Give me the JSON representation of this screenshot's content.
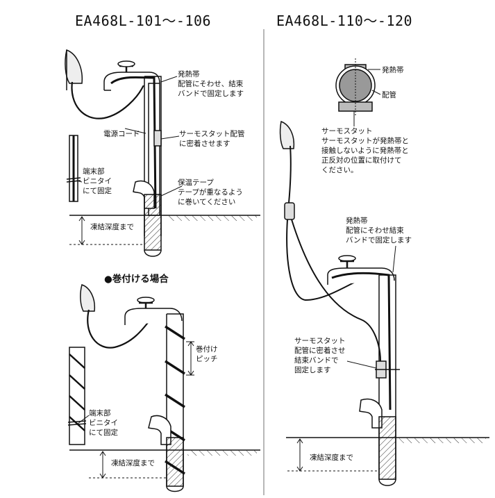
{
  "titles": {
    "left": "EA468L-101～-106",
    "right": "EA468L-110～-120"
  },
  "left_top": {
    "heater_label": "発熱帯",
    "heater_note": [
      "配管にそわせ、結束",
      "バンドで固定します"
    ],
    "power_cord": "電源コード",
    "thermostat_note": [
      "サーモスタット配管",
      "に密着させます"
    ],
    "terminal_note": [
      "端末部",
      "ビニタイ",
      "にて固定"
    ],
    "insulation_tape": "保温テープ",
    "insulation_note": [
      "テープが重なるよう",
      "に巻いてください"
    ],
    "frost_depth": "凍結深度まで"
  },
  "left_bottom": {
    "subtitle": "●巻付ける場合",
    "pitch_label": [
      "巻付け",
      "ピッチ"
    ],
    "terminal_note": [
      "端末部",
      "ビニタイ",
      "にて固定"
    ],
    "frost_depth": "凍結深度まで"
  },
  "right": {
    "detail_heater": "発熱帯",
    "detail_pipe": "配管",
    "thermostat_title": "サーモスタット",
    "thermostat_note": [
      "サーモスタットが発熱帯と",
      "接触しないように発熱帯と",
      "正反対の位置に取付けて",
      "ください。"
    ],
    "heater_label": "発熱帯",
    "heater_note": [
      "配管にそわせ結束",
      "バンドで固定します"
    ],
    "thermostat_title2": "サーモスタット",
    "thermostat_note2": [
      "配管に密着させ",
      "結束バンドで",
      "固定します"
    ],
    "frost_depth": "凍結深度まで"
  }
}
